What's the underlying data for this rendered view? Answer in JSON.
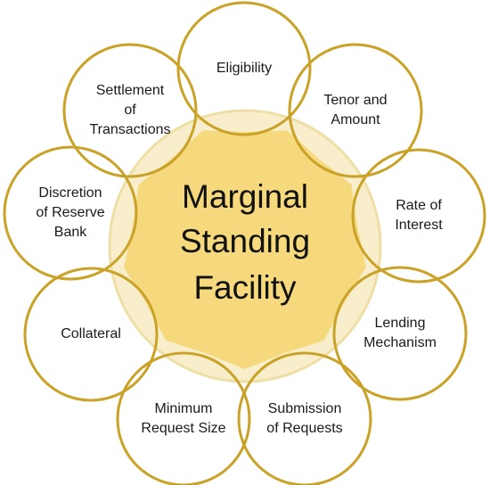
{
  "center": {
    "lines": [
      "Marginal",
      "Standing",
      "Facility"
    ]
  },
  "petals": [
    {
      "id": "eligibility",
      "lines": [
        "Eligibility"
      ]
    },
    {
      "id": "tenor-and-amount",
      "lines": [
        "Tenor and",
        "Amount"
      ]
    },
    {
      "id": "rate-of-interest",
      "lines": [
        "Rate of",
        "Interest"
      ]
    },
    {
      "id": "lending-mechanism",
      "lines": [
        "Lending",
        "Mechanism"
      ]
    },
    {
      "id": "submission-of-requests",
      "lines": [
        "Submission",
        "of Requests"
      ]
    },
    {
      "id": "minimum-request-size",
      "lines": [
        "Minimum",
        "Request Size"
      ]
    },
    {
      "id": "collateral",
      "lines": [
        "Collateral"
      ]
    },
    {
      "id": "discretion-of-reserve-bank",
      "lines": [
        "Discretion",
        "of Reserve",
        "Bank"
      ]
    },
    {
      "id": "settlement-of-transactions",
      "lines": [
        "Settlement",
        "of",
        "Transactions"
      ]
    }
  ],
  "colors": {
    "petal_stroke": "#c9a227",
    "center_outer_fill": "#f8eecb",
    "center_outer_stroke": "#eedfa6",
    "center_inner_fill": "#f5d97c",
    "petal_fill": "#ffffff"
  }
}
